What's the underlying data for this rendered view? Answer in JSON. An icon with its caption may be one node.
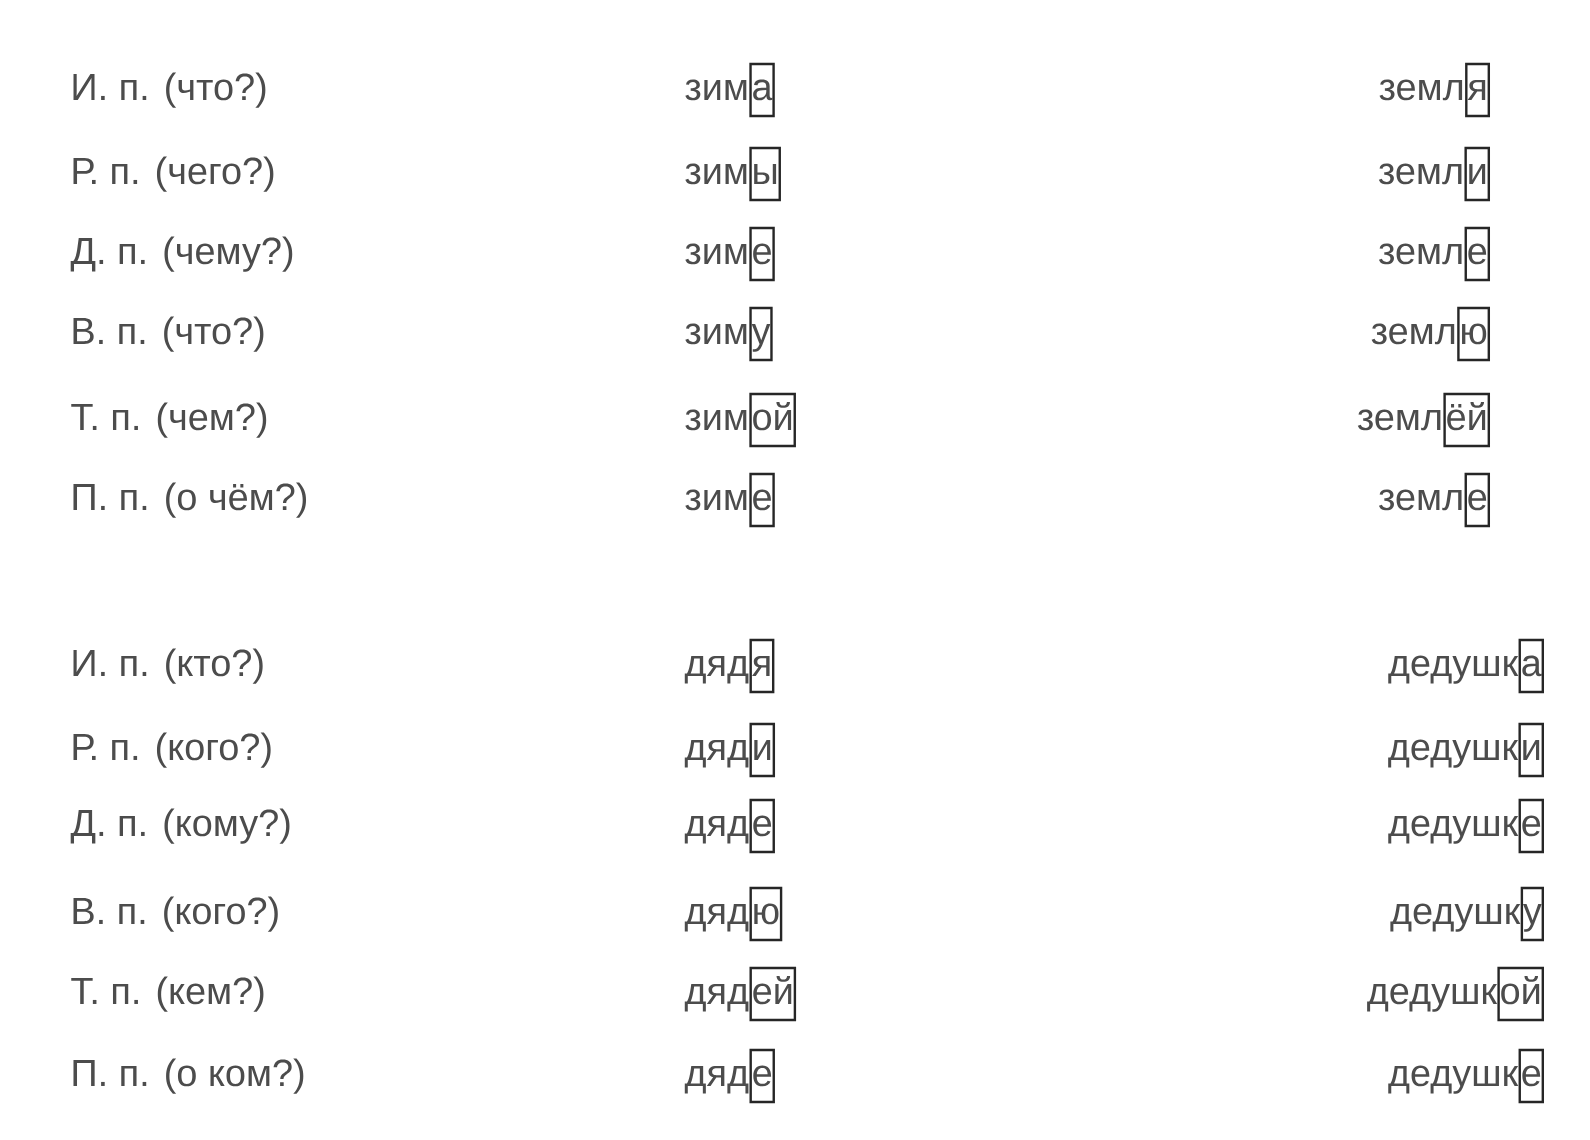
{
  "diagram": {
    "nodes": [
      {
        "text": [
          "а"
        ],
        "beside": [
          "зим"
        ]
      },
      {
        "text": [
          "я"
        ],
        "beside": [
          "земл"
        ]
      },
      {
        "text": [
          "ы"
        ],
        "beside": [
          "зим"
        ]
      },
      {
        "text": [
          "и"
        ],
        "beside": [
          "земл"
        ]
      },
      {
        "text": [
          "е"
        ],
        "beside": [
          "зим"
        ]
      },
      {
        "text": [
          "е"
        ],
        "beside": [
          "земл"
        ]
      },
      {
        "text": [
          "у"
        ],
        "beside": [
          "зим"
        ]
      },
      {
        "text": [
          "ю"
        ],
        "beside": [
          "земл"
        ]
      },
      {
        "text": [
          "ой"
        ],
        "beside": [
          "зим"
        ]
      },
      {
        "text": [
          "ёй"
        ],
        "beside": [
          "земл"
        ]
      },
      {
        "text": [
          "е"
        ],
        "beside": [
          "зим"
        ]
      },
      {
        "text": [
          "е"
        ],
        "beside": [
          "земл"
        ]
      },
      {
        "text": [
          "я"
        ],
        "beside": [
          "дяд"
        ]
      },
      {
        "text": [
          "а"
        ],
        "beside": [
          "дедушк"
        ]
      },
      {
        "text": [
          "и"
        ],
        "beside": [
          "дяд"
        ]
      },
      {
        "text": [
          "и"
        ],
        "beside": [
          "дедушк"
        ]
      },
      {
        "text": [
          "е"
        ],
        "beside": [
          "дяд"
        ]
      },
      {
        "text": [
          "е"
        ],
        "beside": [
          "дедушк"
        ]
      },
      {
        "text": [
          "ю"
        ],
        "beside": [
          "дяд"
        ]
      },
      {
        "text": [
          "у"
        ],
        "beside": [
          "дедушк"
        ]
      },
      {
        "text": [
          "ей"
        ],
        "beside": [
          "дяд"
        ]
      },
      {
        "text": [
          "ой"
        ],
        "beside": [
          "дедушк"
        ]
      },
      {
        "text": [
          "е"
        ],
        "beside": [
          "дяд"
        ]
      },
      {
        "text": [
          "е"
        ],
        "beside": [
          "дедушк"
        ]
      }
    ],
    "labels": [
      "И. п. (что?)",
      "Р. п. (чего?)",
      "Д. п. (чему?)",
      "В. п. (что?)",
      "Т. п. (чем?)",
      "П. п. (о чём?)",
      "И. п. (кто?)",
      "Р. п. (кого?)",
      "Д. п. (кому?)",
      "В. п. (кого?)",
      "Т. п. (кем?)",
      "П. п. (о ком?)"
    ]
  }
}
